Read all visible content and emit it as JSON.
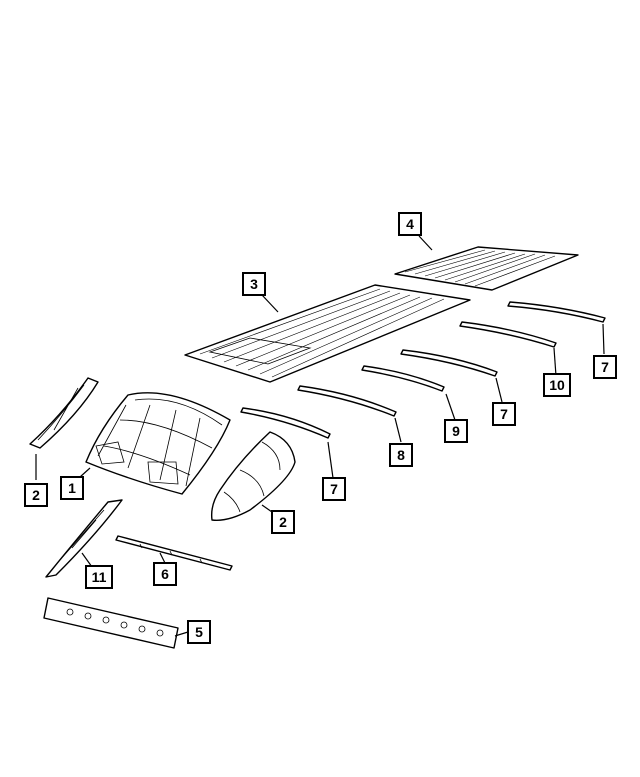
{
  "callouts": [
    {
      "id": "c4",
      "label": "4"
    },
    {
      "id": "c3",
      "label": "3"
    },
    {
      "id": "c7a",
      "label": "7"
    },
    {
      "id": "c10",
      "label": "10"
    },
    {
      "id": "c7b",
      "label": "7"
    },
    {
      "id": "c9",
      "label": "9"
    },
    {
      "id": "c8",
      "label": "8"
    },
    {
      "id": "c7c",
      "label": "7"
    },
    {
      "id": "c2a",
      "label": "2"
    },
    {
      "id": "c1",
      "label": "1"
    },
    {
      "id": "c2b",
      "label": "2"
    },
    {
      "id": "c11",
      "label": "11"
    },
    {
      "id": "c6",
      "label": "6"
    },
    {
      "id": "c5",
      "label": "5"
    }
  ],
  "colors": {
    "line": "#000000",
    "background": "#ffffff"
  }
}
